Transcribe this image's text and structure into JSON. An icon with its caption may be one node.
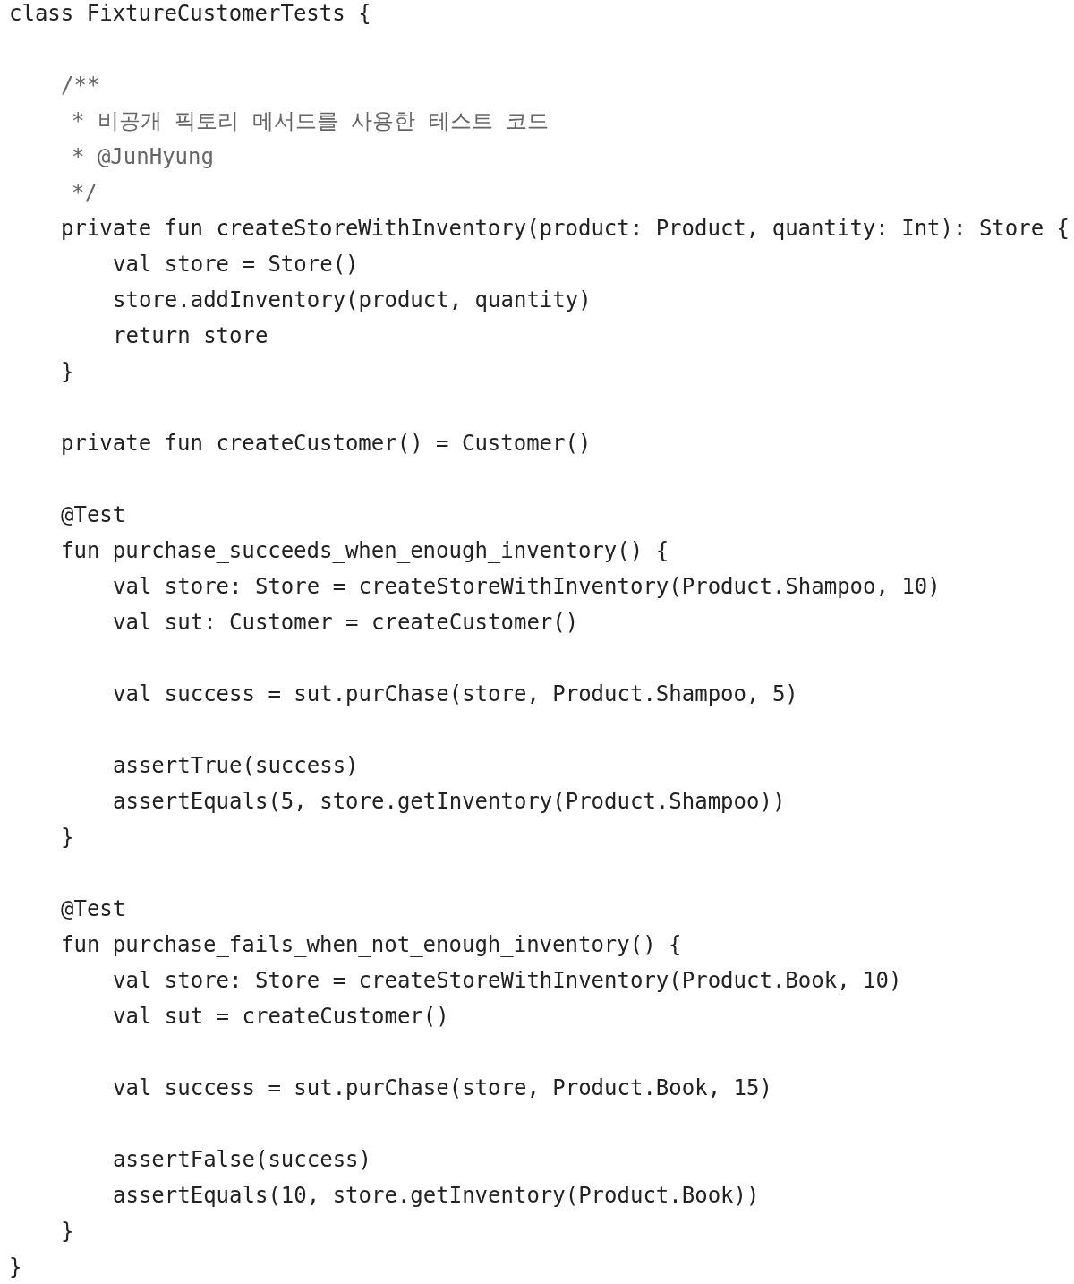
{
  "diagram": {
    "labels": [
      "class FixtureCustomerTests {",
      "/**",
      "* 비공개 픽토리 메서드를 사용한 테스트 코드",
      "* @JunHyung",
      "*/",
      "private fun createStoreWithInventory(product: Product, quantity: Int): Store {",
      "val store = Store()",
      "store.addInventory(product, quantity)",
      "return store",
      "}",
      "private fun createCustomer() = Customer()",
      "@Test",
      "fun purchase_succeeds_when_enough_inventory() {",
      "val store: Store = createStoreWithInventory(Product.Shampoo, 10)",
      "val sut: Customer = createCustomer()",
      "val success = sut.purChase(store, Product.Shampoo, 5)",
      "assertTrue(success)",
      "assertEquals(5, store.getInventory(Product.Shampoo))",
      "}",
      "@Test",
      "fun purchase_fails_when_not_enough_inventory() {",
      "val store: Store = createStoreWithInventory(Product.Book, 10)",
      "val sut = createCustomer()",
      "val success = sut.purChase(store, Product.Book, 15)",
      "assertFalse(success)",
      "assertEquals(10, store.getInventory(Product.Book))",
      "}",
      "}"
    ]
  }
}
